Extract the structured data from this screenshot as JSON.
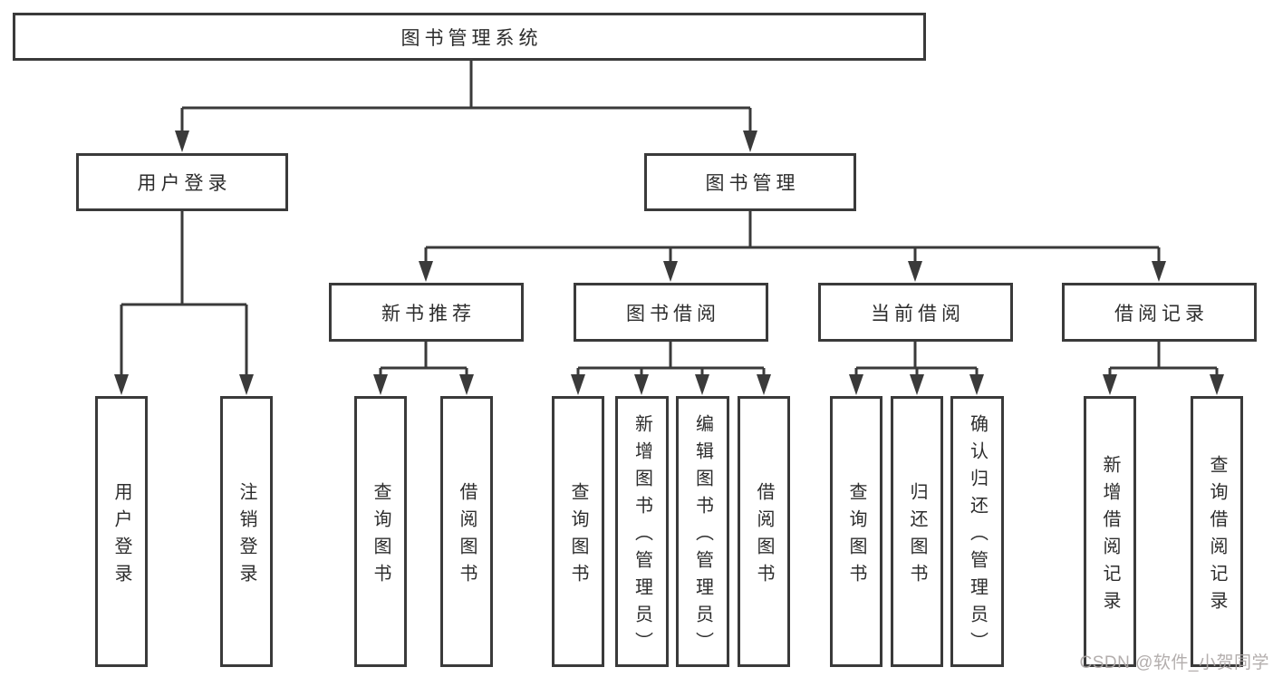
{
  "colors": {
    "line": "#3a3a3a",
    "box_border": "#3a3a3a",
    "box_background": "#ffffff",
    "text": "#2d2d2d",
    "watermark": "#aca7a6"
  },
  "tree": {
    "label": "图书管理系统",
    "children": [
      {
        "label": "用户登录",
        "children": [
          {
            "label": "用户登录"
          },
          {
            "label": "注销登录"
          }
        ]
      },
      {
        "label": "图书管理",
        "children": [
          {
            "label": "新书推荐",
            "children": [
              {
                "label": "查询图书"
              },
              {
                "label": "借阅图书"
              }
            ]
          },
          {
            "label": "图书借阅",
            "children": [
              {
                "label": "查询图书"
              },
              {
                "label": "新增图书（管理员）"
              },
              {
                "label": "编辑图书（管理员）"
              },
              {
                "label": "借阅图书"
              }
            ]
          },
          {
            "label": "当前借阅",
            "children": [
              {
                "label": "查询图书"
              },
              {
                "label": "归还图书"
              },
              {
                "label": "确认归还（管理员）"
              }
            ]
          },
          {
            "label": "借阅记录",
            "children": [
              {
                "label": "新增借阅记录"
              },
              {
                "label": "查询借阅记录"
              }
            ]
          }
        ]
      }
    ]
  },
  "watermark": {
    "text": "CSDN @软件_小贺同学"
  }
}
